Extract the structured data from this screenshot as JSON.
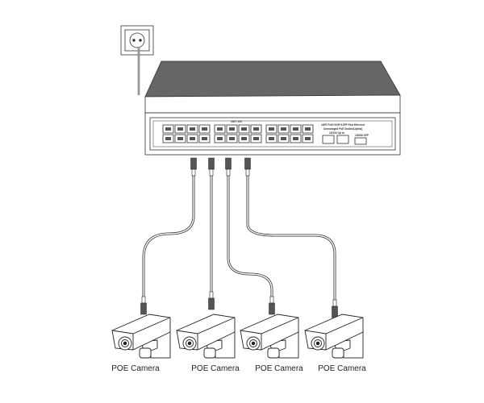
{
  "switch": {
    "model_line1": "24FE PoE+2GE+1SFP Fast Ethernet",
    "model_line2": "Unmanaged PoE Switch(Uplink)",
    "uplink_label": "10/100 Up to",
    "sfp_label": "1000M SFP",
    "group_label": "100Y 100"
  },
  "cameras": [
    {
      "label": "POE Camera"
    },
    {
      "label": "POE Camera"
    },
    {
      "label": "POE Camera"
    },
    {
      "label": "POE Camera"
    }
  ]
}
